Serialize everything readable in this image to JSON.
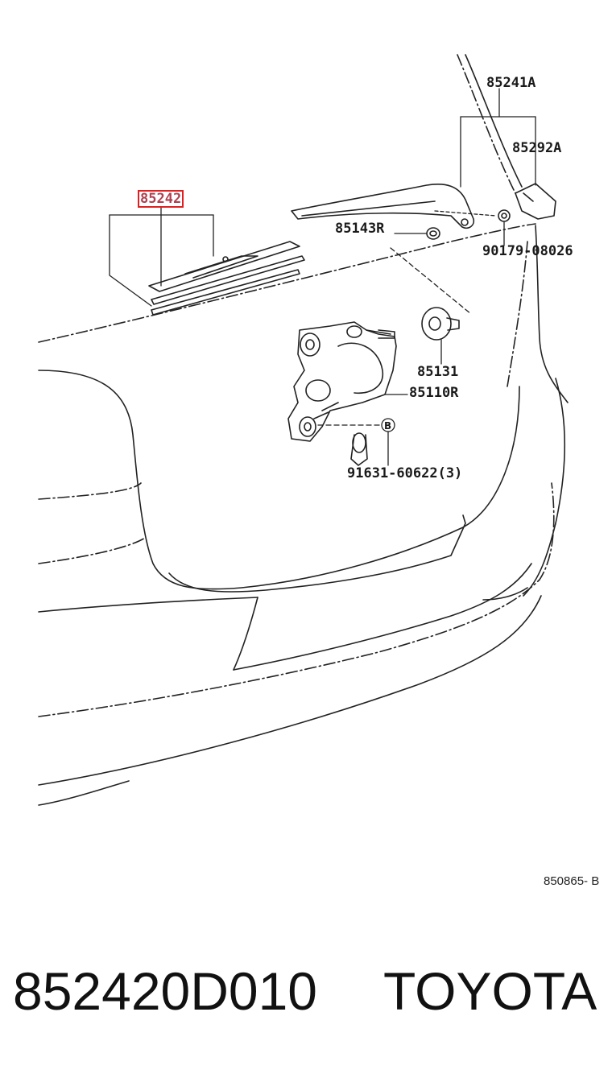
{
  "labels": {
    "p85241A": "85241A",
    "p85292A": "85292A",
    "p85242": "85242",
    "p85143R": "85143R",
    "p90179": "90179-08026",
    "p85131": "85131",
    "p85110R": "85110R",
    "pB": "B",
    "p91631": "91631-60622(3)"
  },
  "diagram_ref": "850865- B",
  "footer": {
    "part_number": "852420D010",
    "brand": "TOYOTA"
  },
  "colors": {
    "highlight": "#e02020",
    "line": "#222222"
  }
}
